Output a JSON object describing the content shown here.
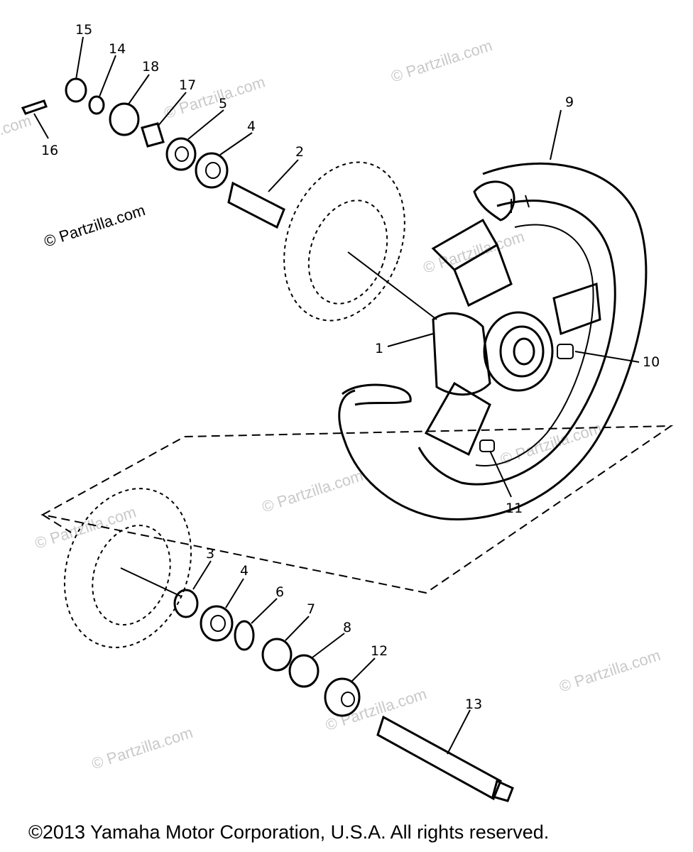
{
  "watermark": "© Partzilla.com",
  "copyright": "©2013  Yamaha Motor Corporation, U.S.A. All rights reserved.",
  "callouts": {
    "c1": "1",
    "c2": "2",
    "c3": "3",
    "c4a": "4",
    "c4b": "4",
    "c5": "5",
    "c6": "6",
    "c7": "7",
    "c8": "8",
    "c9": "9",
    "c10": "10",
    "c11": "11",
    "c12": "12",
    "c13": "13",
    "c14": "14",
    "c15": "15",
    "c16": "16",
    "c17": "17",
    "c18": "18"
  }
}
